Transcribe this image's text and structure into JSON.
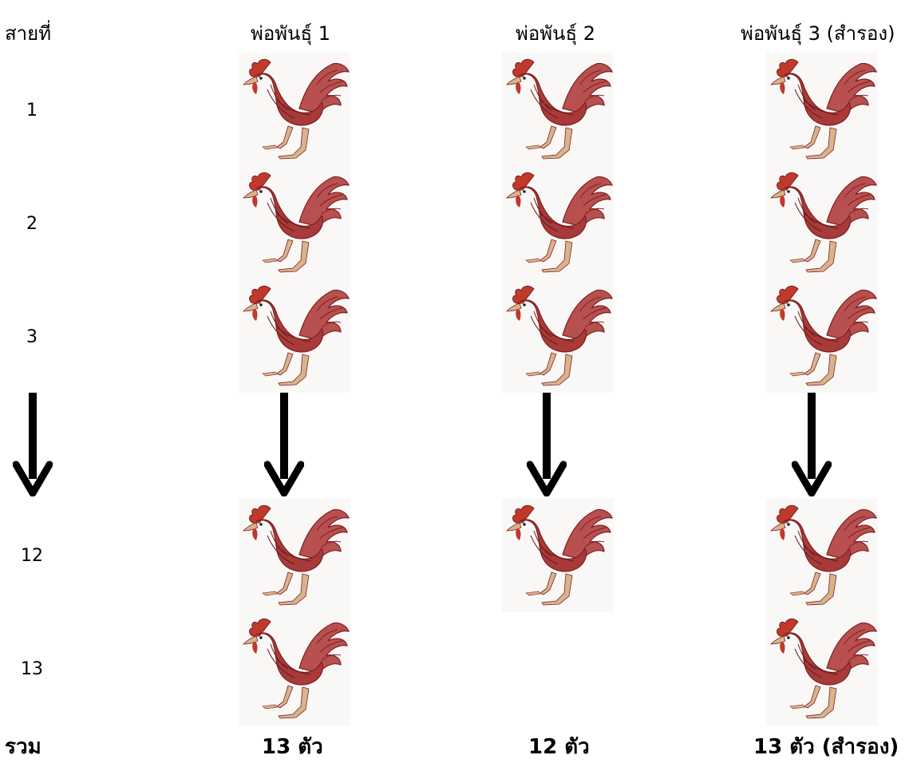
{
  "header": {
    "line_label": "สายที่",
    "sire1": "พ่อพันธุ์ 1",
    "sire2": "พ่อพันธุ์ 2",
    "sire3": "พ่อพันธุ์ 3 (สำรอง)"
  },
  "rows": {
    "r1": "1",
    "r2": "2",
    "r3": "3",
    "r12": "12",
    "r13": "13"
  },
  "totals": {
    "label": "รวม",
    "sire1": "13 ตัว",
    "sire2": "12 ตัว",
    "sire3": "13 ตัว (สำรอง)"
  },
  "colors": {
    "rooster": "#a83a3a",
    "rooster_dark": "#7c1f1f",
    "arrow": "#000000"
  },
  "icons": {
    "animal": "rooster-icon",
    "arrow": "arrow-down-icon"
  }
}
